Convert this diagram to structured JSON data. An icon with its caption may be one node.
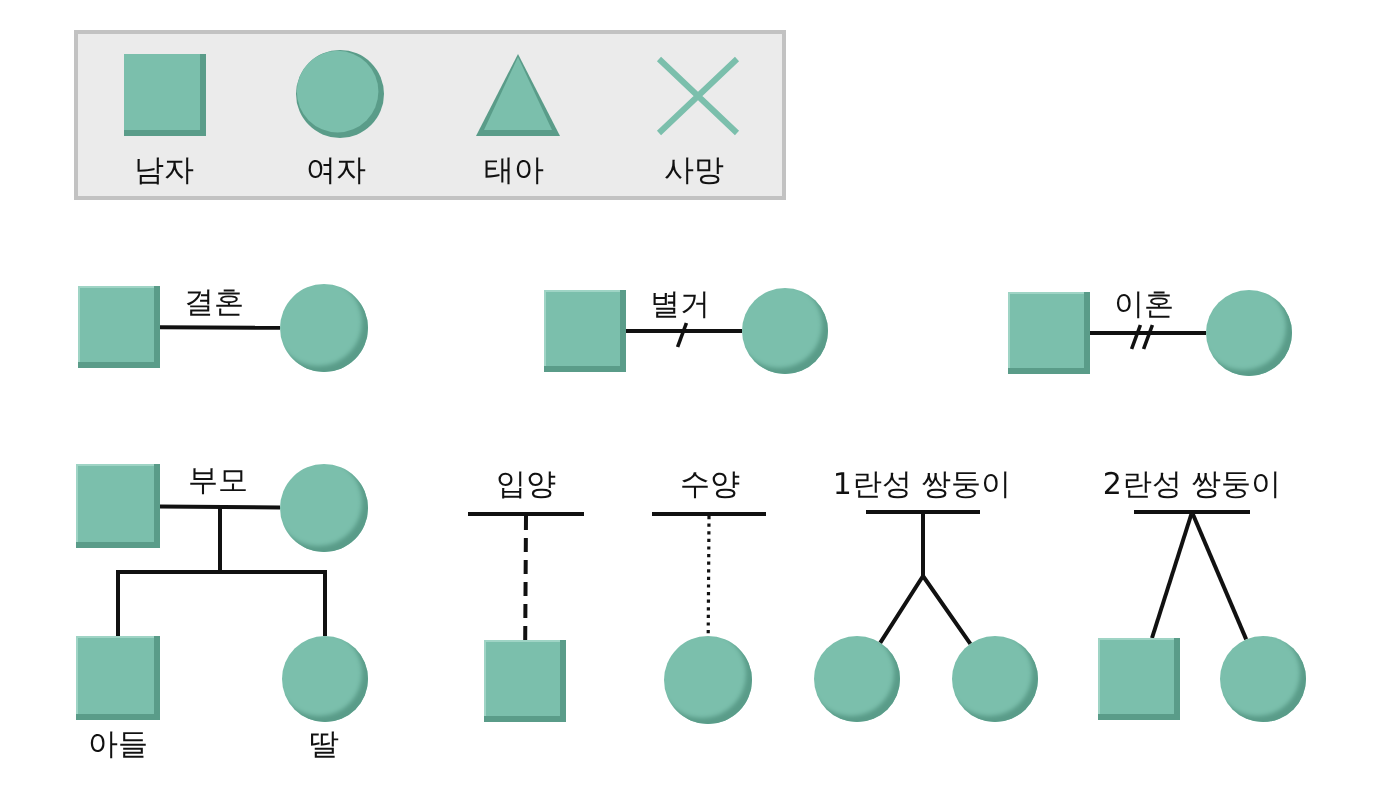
{
  "diagram": {
    "nodes": [
      {
        "text": [],
        "shape": "box"
      },
      {
        "text": [],
        "shape": "circle"
      },
      {
        "text": [],
        "shape": "box"
      },
      {
        "text": [],
        "shape": "circle"
      },
      {
        "text": [],
        "shape": "box"
      },
      {
        "text": [],
        "shape": "circle"
      },
      {
        "text": [],
        "shape": "box"
      },
      {
        "text": [],
        "shape": "circle"
      },
      {
        "text": [],
        "shape": "bar",
        "beside": [
          "입양"
        ]
      },
      {
        "text": [],
        "shape": "bar",
        "beside": [
          "수양"
        ]
      },
      {
        "text": [],
        "shape": "bar",
        "beside": [
          "1란성 쌍둥이"
        ]
      },
      {
        "text": [],
        "shape": "bar",
        "beside": [
          "2란성 쌍둥이"
        ]
      },
      {
        "text": [],
        "shape": "box",
        "beside": [
          "아들"
        ]
      },
      {
        "text": [],
        "shape": "circle",
        "beside": [
          "딸"
        ]
      },
      {
        "text": [],
        "shape": "box"
      },
      {
        "text": [],
        "shape": "circle"
      },
      {
        "text": [],
        "shape": "circle"
      },
      {
        "text": [],
        "shape": "circle"
      },
      {
        "text": [],
        "shape": "box"
      },
      {
        "text": [],
        "shape": "circle"
      }
    ],
    "edges": [
      {
        "from": 0,
        "to": 1,
        "arrow": "none",
        "label": "결혼"
      },
      {
        "from": 2,
        "to": 3,
        "arrow": "none",
        "label": "별거"
      },
      {
        "from": 4,
        "to": 5,
        "arrow": "none",
        "label": "이혼"
      },
      {
        "from": 6,
        "to": 7,
        "arrow": "none",
        "label": "부모"
      },
      {
        "from": null,
        "to": 12,
        "arrow": "none"
      },
      {
        "from": null,
        "to": 13,
        "arrow": "none"
      },
      {
        "from": 8,
        "to": 14,
        "arrow": "none",
        "style": "dashed"
      },
      {
        "from": 9,
        "to": 15,
        "arrow": "none",
        "style": "dashed"
      },
      {
        "from": 10,
        "to": 16,
        "arrow": "none"
      },
      {
        "from": 10,
        "to": 17,
        "arrow": "none"
      },
      {
        "from": 11,
        "to": 18,
        "arrow": "none"
      },
      {
        "from": 11,
        "to": 19,
        "arrow": "none"
      }
    ],
    "legend": [
      {
        "text": "남자"
      },
      {
        "text": "여자"
      },
      {
        "text": "태아"
      },
      {
        "text": "사망"
      }
    ]
  }
}
